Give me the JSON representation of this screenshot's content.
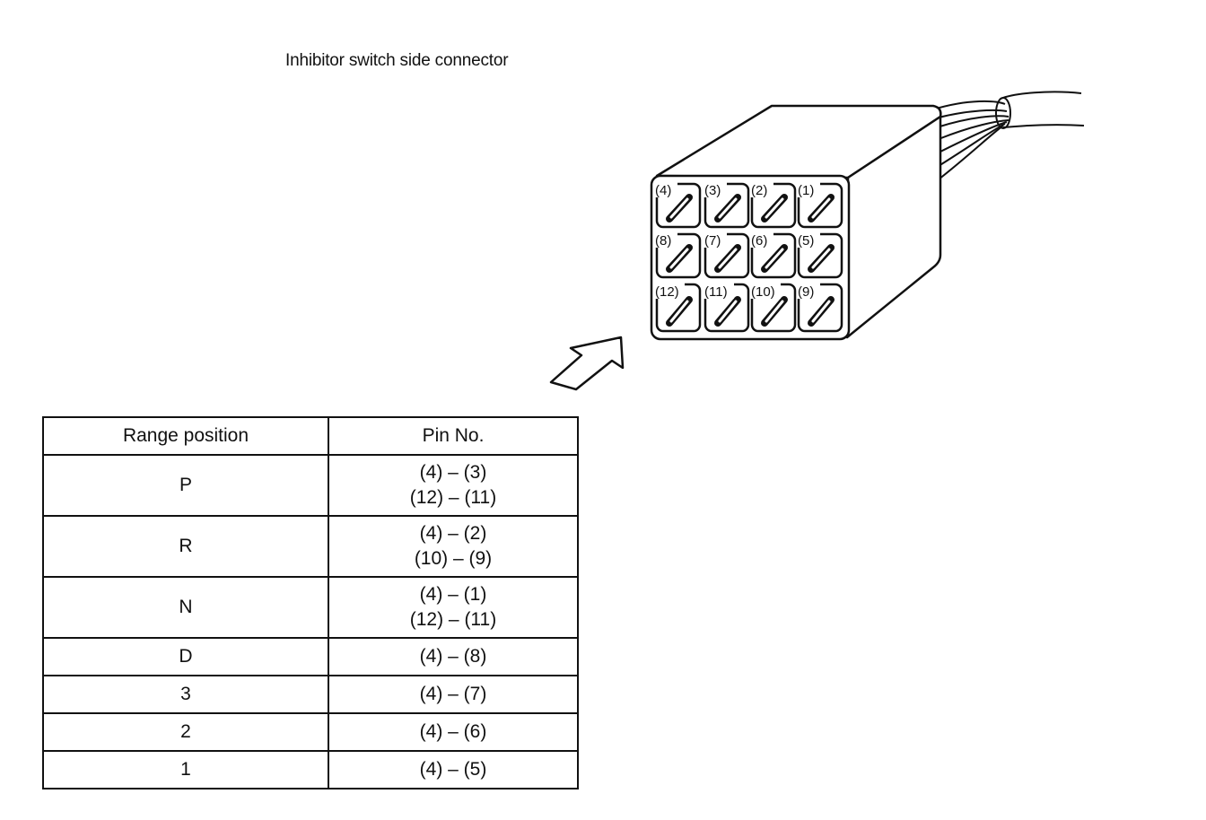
{
  "title": "Inhibitor switch side connector",
  "connector": {
    "pin_labels": [
      "(4)",
      "(3)",
      "(2)",
      "(1)",
      "(8)",
      "(7)",
      "(6)",
      "(5)",
      "(12)",
      "(11)",
      "(10)",
      "(9)"
    ]
  },
  "table": {
    "headers": [
      "Range position",
      "Pin No."
    ],
    "rows": [
      {
        "position": "P",
        "pins": [
          "(4) – (3)",
          "(12) – (11)"
        ]
      },
      {
        "position": "R",
        "pins": [
          "(4) – (2)",
          "(10) – (9)"
        ]
      },
      {
        "position": "N",
        "pins": [
          "(4) – (1)",
          "(12) – (11)"
        ]
      },
      {
        "position": "D",
        "pins": [
          "(4) – (8)"
        ]
      },
      {
        "position": "3",
        "pins": [
          "(4) – (7)"
        ]
      },
      {
        "position": "2",
        "pins": [
          "(4) – (6)"
        ]
      },
      {
        "position": "1",
        "pins": [
          "(4) – (5)"
        ]
      }
    ]
  }
}
